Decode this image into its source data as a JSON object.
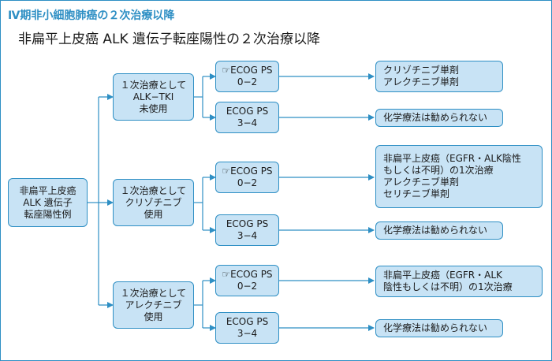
{
  "header": {
    "title": "Ⅳ期非小細胞肺癌の２次治療以降",
    "subtitle": "非扁平上皮癌 ALK 遺伝子転座陽性の２次治療以降"
  },
  "root": {
    "lines": [
      "非扁平上皮癌",
      "ALK 遺伝子",
      "転座陽性例"
    ]
  },
  "branches": [
    {
      "treatment": [
        "１次治療として",
        "ALK−TKI",
        "未使用"
      ],
      "ps_good": [
        "☞ECOG PS",
        "0−2"
      ],
      "ps_good_result": [
        "クリゾチニブ単剤",
        "アレクチニブ単剤"
      ],
      "ps_poor": [
        "ECOG PS",
        "3−4"
      ],
      "ps_poor_result": [
        "化学療法は勧められない"
      ]
    },
    {
      "treatment": [
        "１次治療として",
        "クリゾチニブ",
        "使用"
      ],
      "ps_good": [
        "☞ECOG PS",
        "0−2"
      ],
      "ps_good_result": [
        "非扁平上皮癌（EGFR・ALK陰性",
        "もしくは不明）の1次治療",
        "アレクチニブ単剤",
        "セリチニブ単剤"
      ],
      "ps_poor": [
        "ECOG PS",
        "3−4"
      ],
      "ps_poor_result": [
        "化学療法は勧められない"
      ]
    },
    {
      "treatment": [
        "１次治療として",
        "アレクチニブ",
        "使用"
      ],
      "ps_good": [
        "☞ECOG PS",
        "0−2"
      ],
      "ps_good_result": [
        "非扁平上皮癌（EGFR・ALK",
        "陰性もしくは不明）の1次治療"
      ],
      "ps_poor": [
        "ECOG PS",
        "3−4"
      ],
      "ps_poor_result": [
        "化学療法は勧められない"
      ]
    }
  ],
  "colors": {
    "accent": "#2e8fc4",
    "box_fill": "#c8e3f5"
  }
}
